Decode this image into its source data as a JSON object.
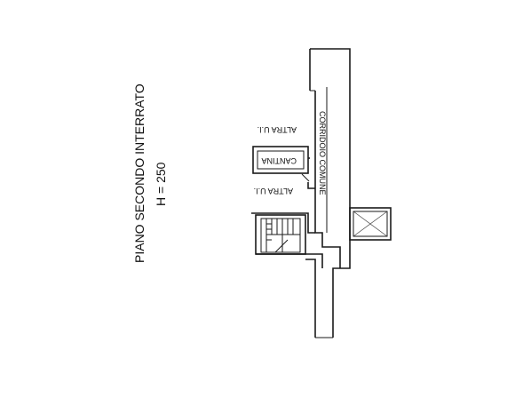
{
  "plan": {
    "title": "PIANO SECONDO INTERRATO",
    "height_label": "H = 250",
    "labels": {
      "other_unit_top": "ALTRA U.I.",
      "cellar": "CANTINA",
      "other_unit_bottom": "ALTRA U.I.",
      "common_corridor": "CORRIDOIO COMUNE"
    }
  }
}
